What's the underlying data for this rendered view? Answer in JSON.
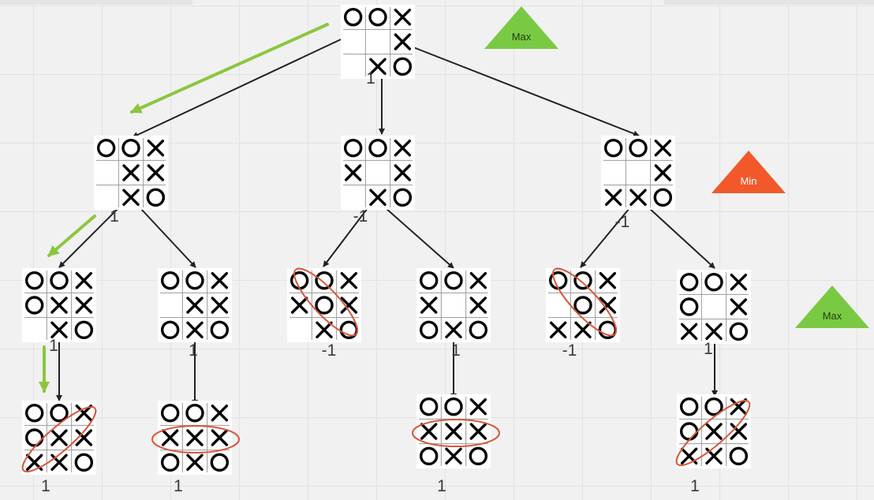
{
  "boards": [
    {
      "id": "root",
      "cells": [
        "O",
        "O",
        "X",
        " ",
        " ",
        "X",
        " ",
        "X",
        "O"
      ],
      "value": "1"
    },
    {
      "id": "min-a",
      "cells": [
        "O",
        "O",
        "X",
        " ",
        "X",
        "X",
        " ",
        "X",
        "O"
      ],
      "value": "1"
    },
    {
      "id": "min-b",
      "cells": [
        "O",
        "O",
        "X",
        "X",
        " ",
        "X",
        " ",
        "X",
        "O"
      ],
      "value": "-1"
    },
    {
      "id": "min-c",
      "cells": [
        "O",
        "O",
        "X",
        " ",
        " ",
        "X",
        "X",
        "X",
        "O"
      ],
      "value": "-1"
    },
    {
      "id": "max-a1",
      "cells": [
        "O",
        "O",
        "X",
        "O",
        "X",
        "X",
        " ",
        "X",
        "O"
      ],
      "value": "1"
    },
    {
      "id": "max-a2",
      "cells": [
        "O",
        "O",
        "X",
        " ",
        "X",
        "X",
        "O",
        "X",
        "O"
      ],
      "value": "1"
    },
    {
      "id": "max-b1",
      "cells": [
        "O",
        "O",
        "X",
        "X",
        "O",
        "X",
        " ",
        "X",
        "O"
      ],
      "value": "-1"
    },
    {
      "id": "max-b2",
      "cells": [
        "O",
        "O",
        "X",
        "X",
        " ",
        "X",
        "O",
        "X",
        "O"
      ],
      "value": "1"
    },
    {
      "id": "max-c1",
      "cells": [
        "O",
        "O",
        "X",
        " ",
        "O",
        "X",
        "X",
        "X",
        "O"
      ],
      "value": "-1"
    },
    {
      "id": "max-c2",
      "cells": [
        "O",
        "O",
        "X",
        "O",
        " ",
        "X",
        "X",
        "X",
        "O"
      ],
      "value": "1"
    },
    {
      "id": "leaf-a1",
      "cells": [
        "O",
        "O",
        "X",
        "O",
        "X",
        "X",
        "X",
        "X",
        "O"
      ],
      "value": "1"
    },
    {
      "id": "leaf-a2",
      "cells": [
        "O",
        "O",
        "X",
        "X",
        "X",
        "X",
        "O",
        "X",
        "O"
      ],
      "value": "1"
    },
    {
      "id": "leaf-b2",
      "cells": [
        "O",
        "O",
        "X",
        "X",
        "X",
        "X",
        "O",
        "X",
        "O"
      ],
      "value": "1"
    },
    {
      "id": "leaf-c2",
      "cells": [
        "O",
        "O",
        "X",
        "O",
        "X",
        "X",
        "X",
        "X",
        "O"
      ],
      "value": "1"
    }
  ],
  "levels": [
    {
      "label": "Max",
      "color": "#7ac943"
    },
    {
      "label": "Min",
      "color": "#f2592a"
    },
    {
      "label": "Max",
      "color": "#7ac943"
    }
  ],
  "colors": {
    "edge": "#222222",
    "path_arrow": "#8cc63f",
    "win_ellipse": "#d9553a",
    "grid_line": "#9a9a9a",
    "mark": "#000000"
  }
}
